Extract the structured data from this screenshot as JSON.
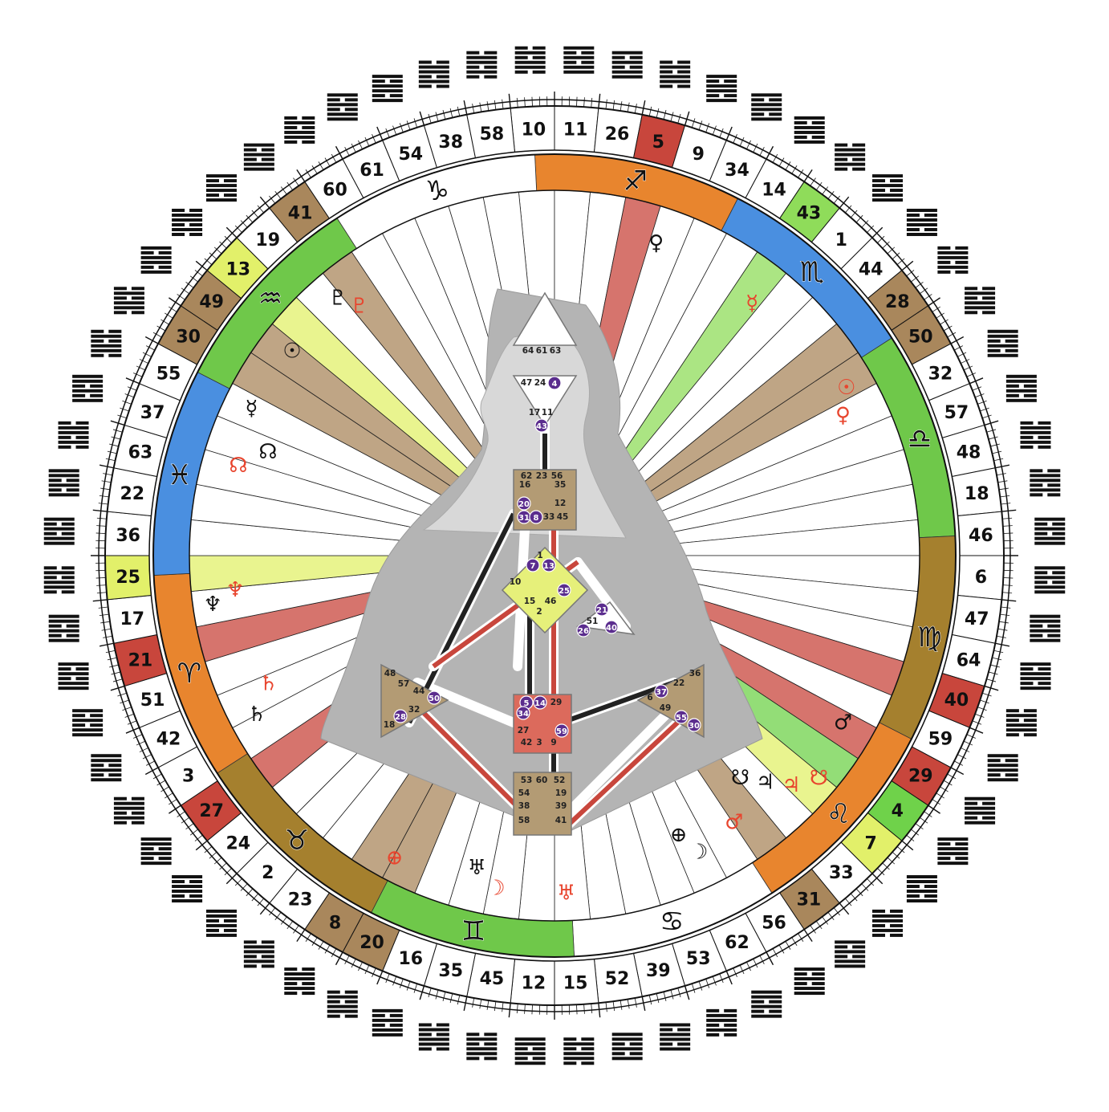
{
  "chart": {
    "wheel_gates": [
      "10",
      "11",
      "26",
      "5",
      "9",
      "34",
      "14",
      "43",
      "1",
      "44",
      "28",
      "50",
      "32",
      "57",
      "48",
      "18",
      "46",
      "6",
      "47",
      "64",
      "40",
      "59",
      "29",
      "4",
      "7",
      "33",
      "31",
      "56",
      "62",
      "53",
      "39",
      "52",
      "15",
      "12",
      "45",
      "35",
      "16",
      "20",
      "8",
      "23",
      "2",
      "24",
      "27",
      "3",
      "42",
      "51",
      "21",
      "17",
      "25",
      "36",
      "22",
      "63",
      "37",
      "55",
      "30",
      "49",
      "13",
      "19",
      "41",
      "60",
      "61",
      "54",
      "38",
      "58"
    ],
    "highlighted_gates": [
      {
        "gate": "5",
        "color": "#c8463c"
      },
      {
        "gate": "43",
        "color": "#8fdc5a"
      },
      {
        "gate": "28",
        "color": "#a9875c"
      },
      {
        "gate": "50",
        "color": "#a9875c"
      },
      {
        "gate": "40",
        "color": "#c8463c"
      },
      {
        "gate": "29",
        "color": "#c8463c"
      },
      {
        "gate": "4",
        "color": "#6fd24a"
      },
      {
        "gate": "7",
        "color": "#e2f06a"
      },
      {
        "gate": "31",
        "color": "#a9875c"
      },
      {
        "gate": "20",
        "color": "#a9875c"
      },
      {
        "gate": "8",
        "color": "#a9875c"
      },
      {
        "gate": "27",
        "color": "#c8463c"
      },
      {
        "gate": "21",
        "color": "#c8463c"
      },
      {
        "gate": "25",
        "color": "#e2f06a"
      },
      {
        "gate": "30",
        "color": "#a9875c"
      },
      {
        "gate": "49",
        "color": "#a9875c"
      },
      {
        "gate": "13",
        "color": "#e2f06a"
      },
      {
        "gate": "41",
        "color": "#a9875c"
      }
    ],
    "zodiac_signs": [
      {
        "glyph": "♐",
        "color": "#e8852e"
      },
      {
        "glyph": "♏",
        "color": "#4a8fe0"
      },
      {
        "glyph": "♎",
        "color": "#6fc84a"
      },
      {
        "glyph": "♍",
        "color": "#a5802e"
      },
      {
        "glyph": "♌",
        "color": "#e8852e"
      },
      {
        "glyph": "♋",
        "color": "#ffffff"
      },
      {
        "glyph": "♊",
        "color": "#6fc84a"
      },
      {
        "glyph": "♉",
        "color": "#a5802e"
      },
      {
        "glyph": "♈",
        "color": "#e8852e"
      },
      {
        "glyph": "♓",
        "color": "#4a8fe0"
      },
      {
        "glyph": "♒",
        "color": "#6fc84a"
      },
      {
        "glyph": "♑",
        "color": "#ffffff"
      }
    ],
    "planet_labels": [
      {
        "glyph": "♀",
        "color": "#111111"
      },
      {
        "glyph": "☿",
        "color": "#e8452e"
      },
      {
        "glyph": "☉",
        "color": "#e8452e"
      },
      {
        "glyph": "♀",
        "color": "#e8452e"
      },
      {
        "glyph": "♂",
        "color": "#111111"
      },
      {
        "glyph": "☋",
        "color": "#e8452e"
      },
      {
        "glyph": "♃",
        "color": "#e8452e"
      },
      {
        "glyph": "♃",
        "color": "#111111"
      },
      {
        "glyph": "☋",
        "color": "#111111"
      },
      {
        "glyph": "♂",
        "color": "#e8452e"
      },
      {
        "glyph": "☽",
        "color": "#111111"
      },
      {
        "glyph": "⊕",
        "color": "#111111"
      },
      {
        "glyph": "♅",
        "color": "#e8452e"
      },
      {
        "glyph": "☽",
        "color": "#e8452e"
      },
      {
        "glyph": "♅",
        "color": "#111111"
      },
      {
        "glyph": "⊕",
        "color": "#e8452e"
      },
      {
        "glyph": "♄",
        "color": "#111111"
      },
      {
        "glyph": "♄",
        "color": "#e8452e"
      },
      {
        "glyph": "♆",
        "color": "#111111"
      },
      {
        "glyph": "♆",
        "color": "#e8452e"
      },
      {
        "glyph": "☊",
        "color": "#e8452e"
      },
      {
        "glyph": "☊",
        "color": "#111111"
      },
      {
        "glyph": "☿",
        "color": "#111111"
      },
      {
        "glyph": "☉",
        "color": "#111111"
      },
      {
        "glyph": "♇",
        "color": "#111111"
      },
      {
        "glyph": "♇",
        "color": "#e8452e"
      }
    ],
    "center_numbers": [
      "64",
      "61",
      "63",
      "47",
      "24",
      "4",
      "17",
      "11",
      "43",
      "62",
      "23",
      "56",
      "16",
      "35",
      "12",
      "20",
      "31",
      "8",
      "33",
      "45",
      "1",
      "7",
      "13",
      "10",
      "25",
      "15",
      "46",
      "2",
      "21",
      "51",
      "26",
      "40",
      "48",
      "57",
      "44",
      "50",
      "32",
      "28",
      "18",
      "36",
      "22",
      "6",
      "37",
      "49",
      "55",
      "30",
      "5",
      "14",
      "29",
      "34",
      "27",
      "59",
      "42",
      "3",
      "9",
      "53",
      "60",
      "52",
      "54",
      "19",
      "38",
      "39",
      "58",
      "41"
    ],
    "colors": {
      "red": "#c8463c",
      "brown": "#a9875c",
      "lime": "#e2f06a",
      "green": "#6fd24a",
      "blue": "#4a8fe0",
      "orange": "#e8852e"
    }
  }
}
